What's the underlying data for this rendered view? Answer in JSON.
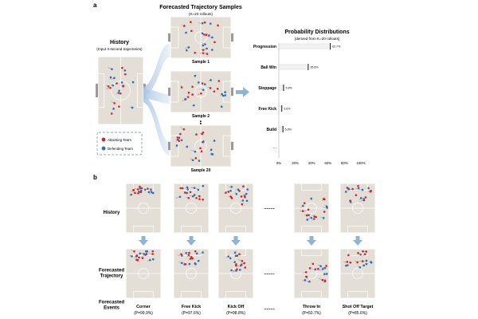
{
  "panel_a": {
    "label": "a",
    "history": {
      "title": "History",
      "subtitle": "(Input 4-second trajectories)"
    },
    "forecast": {
      "title": "Forecasted Trajectory Samples",
      "subtitle": "(K=20 rollouts)"
    },
    "samples": [
      "Sample 1",
      "Sample 2",
      "Sample 20"
    ],
    "ellipsis": "⋮",
    "legend": {
      "attacking": "Attacking Team",
      "defending": "Defending Team"
    },
    "colors": {
      "attacking": "#d4232d",
      "defending": "#2f6db5",
      "pitch": "#e4dfd6",
      "arrow": "#8fb4d8"
    }
  },
  "prob": {
    "title": "Probability Distributions",
    "subtitle": "(derived from K=20 rollouts)",
    "chart_data": {
      "type": "bar",
      "orientation": "horizontal",
      "categories": [
        "Progression",
        "Ball Win",
        "Stoppage",
        "Free Kick",
        "Build"
      ],
      "values": [
        62.7,
        35.8,
        5.8,
        3.6,
        5.0
      ],
      "value_labels": [
        "62.7%",
        "35.8%",
        "5.8%",
        "3.6%",
        "5.0%"
      ],
      "extra_category": "...",
      "xticks": [
        "0%",
        "20%",
        "40%",
        "60%",
        "80%",
        "100%"
      ],
      "xlim": [
        0,
        100
      ]
    }
  },
  "panel_b": {
    "label": "b",
    "row_labels": {
      "history": "History",
      "forecast": "Forecasted\nTrajectory",
      "events": "Forecasted\nEvents"
    },
    "ellipsis": "........",
    "events": [
      {
        "name": "Corner",
        "prob": "(P=99.9%)"
      },
      {
        "name": "Free Kick",
        "prob": "(P=97.6%)"
      },
      {
        "name": "Kick Off",
        "prob": "(P=98.8%)"
      },
      {
        "name": "Throw In",
        "prob": "(P=50.7%)"
      },
      {
        "name": "Shot Off Target",
        "prob": "(P=85.6%)"
      }
    ]
  }
}
